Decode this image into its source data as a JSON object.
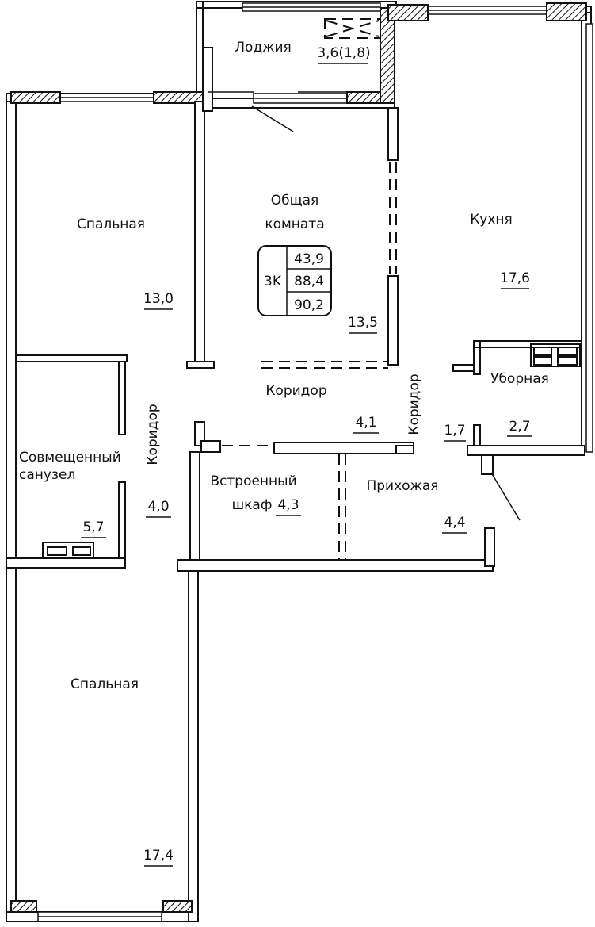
{
  "apartment": {
    "type_label": "3K",
    "living_area": "43,9",
    "total_area": "88,4",
    "total_with_loggia": "90,2"
  },
  "rooms": {
    "loggia": {
      "name": "Лоджия",
      "area": "3,6(1,8)"
    },
    "bedroom_top": {
      "name": "Спальная",
      "area": "13,0"
    },
    "common_room": {
      "name_line1": "Общая",
      "name_line2": "комната",
      "area": "13,5"
    },
    "kitchen": {
      "name": "Кухня",
      "area": "17,6"
    },
    "toilet": {
      "name": "Уборная",
      "area": "2,7"
    },
    "corridor_center": {
      "name": "Коридор",
      "area": "4,1"
    },
    "corridor_left": {
      "name": "Коридор",
      "area": "4,0"
    },
    "corridor_right": {
      "name": "Коридор",
      "area": "1,7"
    },
    "bathroom": {
      "name_line1": "Совмещенный",
      "name_line2": "санузел",
      "area": "5,7"
    },
    "wardrobe": {
      "name_line1": "Встроенный",
      "name_line2": "шкаф",
      "area": "4,3"
    },
    "hallway": {
      "name": "Прихожая",
      "area": "4,4"
    },
    "bedroom_bottom": {
      "name": "Спальная",
      "area": "17,4"
    }
  }
}
